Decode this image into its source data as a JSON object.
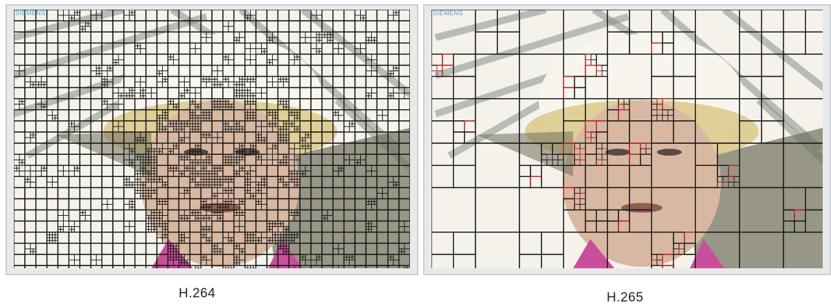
{
  "panels": [
    {
      "caption": "H.264",
      "watermark": "SIEMENS",
      "codec": "h264"
    },
    {
      "caption": "H.265",
      "watermark": "SIEMENS",
      "codec": "h265"
    }
  ],
  "colors": {
    "background": "#f4f2ea",
    "wall_stripe": "#8a8f8a",
    "hat": "#f7f5ee",
    "hat_brim": "#d8c27a",
    "skin": "#d9b8a2",
    "shadow": "#6f6f5c",
    "shirt": "#c94f9d",
    "grid_black": "#151515",
    "grid_red": "#c22222"
  }
}
